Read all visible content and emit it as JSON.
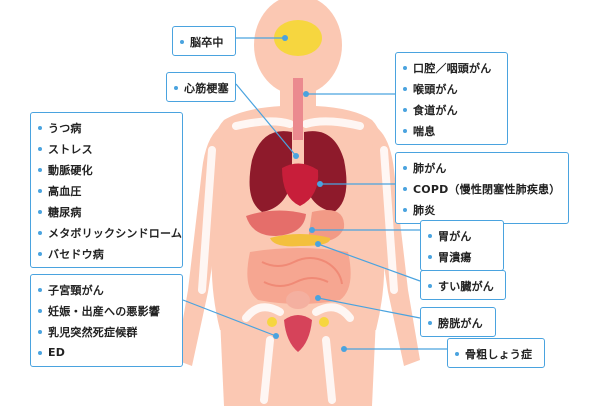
{
  "colors": {
    "accent": "#4aa3df",
    "skin": "#fbc8b3",
    "bone": "#ffffff",
    "lung": "#8e1a2b",
    "heart": "#c81e3a",
    "brain": "#f6d63f",
    "stomach": "#f29a86",
    "intestine": "#f6a691",
    "pancreas": "#f3c03d"
  },
  "labels": {
    "brain": [
      "脳卒中"
    ],
    "heart": [
      "心筋梗塞"
    ],
    "mouth": [
      "口腔／咽頭がん",
      "喉頭がん",
      "食道がん",
      "喘息"
    ],
    "systemic": [
      "うつ病",
      "ストレス",
      "動脈硬化",
      "高血圧",
      "糖尿病",
      "メタボリックシンドローム",
      "バセドウ病"
    ],
    "lung": [
      "肺がん",
      "COPD（慢性閉塞性肺疾患）",
      "肺炎"
    ],
    "stomach": [
      "胃がん",
      "胃潰瘍"
    ],
    "pancreas": [
      "すい臓がん"
    ],
    "reproductive": [
      "子宮頸がん",
      "妊娠・出産への悪影響",
      "乳児突然死症候群",
      "ED"
    ],
    "bladder": [
      "膀胱がん"
    ],
    "bone": [
      "骨粗しょう症"
    ]
  }
}
